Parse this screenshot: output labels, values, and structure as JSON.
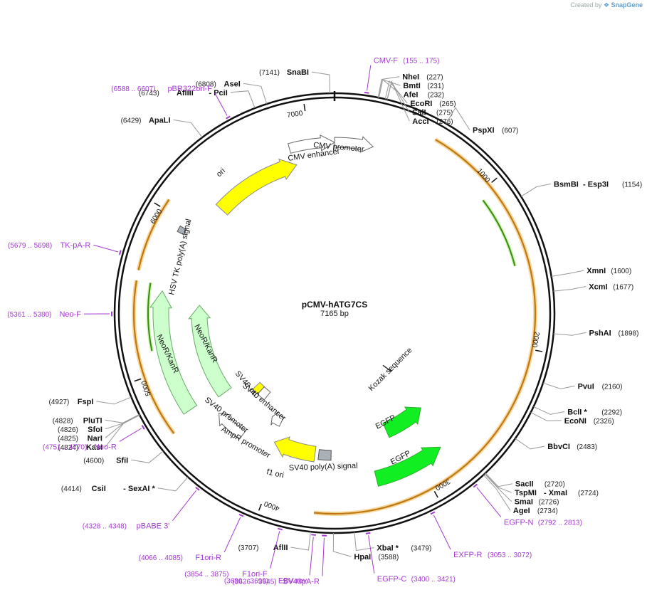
{
  "credit": {
    "prefix": "Created by",
    "brand": "SnapGene"
  },
  "plasmid": {
    "name": "pCMV-hATG7CS",
    "length_label": "7165 bp",
    "length": 7165
  },
  "ticks": [
    {
      "label": "1000",
      "pos": 1000
    },
    {
      "label": "2000",
      "pos": 2000
    },
    {
      "label": "3000",
      "pos": 3000
    },
    {
      "label": "4000",
      "pos": 4000
    },
    {
      "label": "5000",
      "pos": 5000
    },
    {
      "label": "6000",
      "pos": 6000
    },
    {
      "label": "7000",
      "pos": 7000
    }
  ],
  "enzymes": [
    {
      "name": "SnaBI",
      "pos_label": "(7141)",
      "pos": 7141,
      "side": "left"
    },
    {
      "name": "NheI",
      "pos_label": "(227)",
      "pos": 227,
      "side": "right"
    },
    {
      "name": "BmtI",
      "pos_label": "(231)",
      "pos": 231,
      "side": "right"
    },
    {
      "name": "AfeI",
      "pos_label": "(232)",
      "pos": 232,
      "side": "right"
    },
    {
      "name": "EcoRI",
      "pos_label": "(265)",
      "pos": 265,
      "side": "right"
    },
    {
      "name": "SalI",
      "pos_label": "(275)",
      "pos": 275,
      "side": "right"
    },
    {
      "name": "AccI",
      "pos_label": "(276)",
      "pos": 276,
      "side": "right"
    },
    {
      "name": "PspXI",
      "pos_label": "(607)",
      "pos": 607,
      "side": "right"
    },
    {
      "name": "BsmBI",
      "name2": "Esp3I",
      "pos_label": "(1154)",
      "pos": 1154,
      "side": "right"
    },
    {
      "name": "XmnI",
      "pos_label": "(1600)",
      "pos": 1600,
      "side": "right"
    },
    {
      "name": "XcmI",
      "pos_label": "(1677)",
      "pos": 1677,
      "side": "right"
    },
    {
      "name": "PshAI",
      "pos_label": "(1898)",
      "pos": 1898,
      "side": "right"
    },
    {
      "name": "PvuI",
      "pos_label": "(2160)",
      "pos": 2160,
      "side": "right"
    },
    {
      "name": "BclI *",
      "pos_label": "(2292)",
      "pos": 2292,
      "side": "right"
    },
    {
      "name": "EcoNI",
      "pos_label": "(2326)",
      "pos": 2326,
      "side": "right"
    },
    {
      "name": "BbvCI",
      "pos_label": "(2483)",
      "pos": 2483,
      "side": "right"
    },
    {
      "name": "SacII",
      "pos_label": "(2720)",
      "pos": 2720,
      "side": "right"
    },
    {
      "name": "TspMI",
      "name2": "XmaI",
      "pos_label": "(2724)",
      "pos": 2724,
      "side": "right"
    },
    {
      "name": "SmaI",
      "pos_label": "(2726)",
      "pos": 2726,
      "side": "right"
    },
    {
      "name": "AgeI",
      "pos_label": "(2734)",
      "pos": 2734,
      "side": "right"
    },
    {
      "name": "XbaI *",
      "pos_label": "(3479)",
      "pos": 3479,
      "side": "right"
    },
    {
      "name": "HpaI",
      "pos_label": "(3588)",
      "pos": 3588,
      "side": "right"
    },
    {
      "name": "AflII",
      "pos_label": "(3707)",
      "pos": 3707,
      "side": "left"
    },
    {
      "name": "CsiI",
      "name2": "SexAI *",
      "pos_label": "(4414)",
      "pos": 4414,
      "side": "left"
    },
    {
      "name": "SfiI",
      "pos_label": "(4600)",
      "pos": 4600,
      "side": "left"
    },
    {
      "name": "KasI",
      "pos_label": "(4824)",
      "pos": 4824,
      "side": "left"
    },
    {
      "name": "NarI",
      "pos_label": "(4825)",
      "pos": 4825,
      "side": "left"
    },
    {
      "name": "SfoI",
      "pos_label": "(4826)",
      "pos": 4826,
      "side": "left"
    },
    {
      "name": "PluTI",
      "pos_label": "(4828)",
      "pos": 4828,
      "side": "left"
    },
    {
      "name": "FspI",
      "pos_label": "(4927)",
      "pos": 4927,
      "side": "left"
    },
    {
      "name": "ApaLI",
      "pos_label": "(6429)",
      "pos": 6429,
      "side": "left"
    },
    {
      "name": "AflIII",
      "name2": "PciI",
      "pos_label": "(6743)",
      "pos": 6743,
      "side": "left"
    },
    {
      "name": "AseI",
      "pos_label": "(6808)",
      "pos": 6808,
      "side": "left"
    }
  ],
  "primers": [
    {
      "name": "CMV-F",
      "range": "(155 .. 175)",
      "pos": 165
    },
    {
      "name": "EGFP-N",
      "range": "(2792 .. 2813)",
      "pos": 2802
    },
    {
      "name": "EXFP-R",
      "range": "(3053 .. 3072)",
      "pos": 3062
    },
    {
      "name": "EGFP-C",
      "range": "(3400 .. 3421)",
      "pos": 3410
    },
    {
      "name": "SV40pA-R",
      "range": "(3626 .. 3645)",
      "pos": 3635
    },
    {
      "name": "EBV-rev",
      "range": "(3680 .. 3699)",
      "pos": 3690
    },
    {
      "name": "F1ori-F",
      "range": "(3854 .. 3875)",
      "pos": 3864
    },
    {
      "name": "F1ori-R",
      "range": "(4066 .. 4085)",
      "pos": 4075
    },
    {
      "name": "pBABE 3'",
      "range": "(4328 .. 4348)",
      "pos": 4338
    },
    {
      "name": "Neo-R",
      "range": "(4751 .. 4770)",
      "pos": 4760
    },
    {
      "name": "Neo-F",
      "range": "(5361 .. 5380)",
      "pos": 5370
    },
    {
      "name": "TK-pA-R",
      "range": "(5679 .. 5698)",
      "pos": 5688
    },
    {
      "name": "pBR322ori-F",
      "range": "(6588 .. 6607)",
      "pos": 6597
    }
  ],
  "features": {
    "cmv_enhancer": "CMV enhancer",
    "cmv_promoter": "CMV promoter",
    "ori": "ori",
    "hsv_tk_polya": "HSV TK poly(A) signal",
    "neor_kanr": "NeoR/KanR",
    "sv40_ori": "SV40 ori",
    "sv40_enhancer": "SV40 enhancer",
    "sv40_promoter": "SV40 promoter",
    "ampr_promoter": "AmpR promoter",
    "f1_ori": "f1 ori",
    "sv40_polya": "SV40 poly(A) signal",
    "egfp": "EGFP",
    "kozak": "Kozak sequence"
  },
  "colors": {
    "backbone": "#111111",
    "primer": "#a33ad0",
    "orange_orf": "#f0a030",
    "yellow": "#ffff00",
    "green_bright": "#11ee22",
    "green_pale": "#ccffcc",
    "gray": "#aab0b8"
  }
}
